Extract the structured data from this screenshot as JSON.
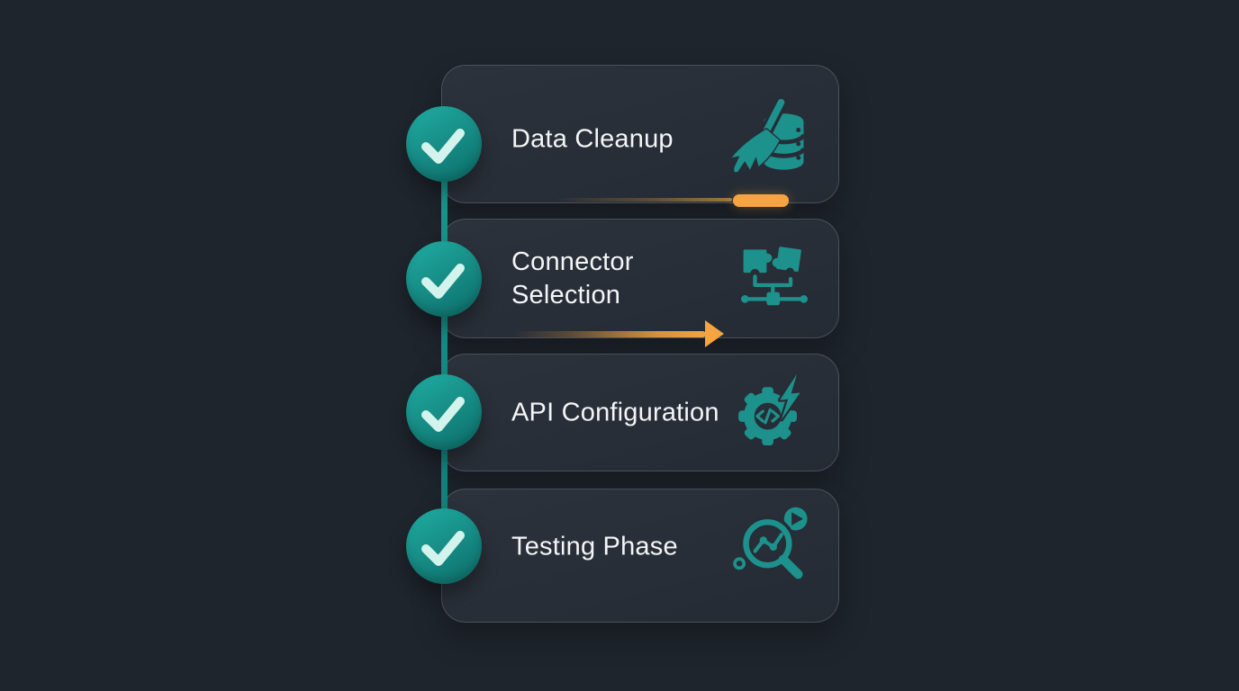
{
  "diagram": {
    "type": "workflow-checklist",
    "steps": [
      {
        "label": "Data Cleanup",
        "icon": "broom-database-icon",
        "completed": true,
        "accent": "progress-pill"
      },
      {
        "label": "Connector Selection",
        "icon": "puzzle-connector-icon",
        "completed": true,
        "accent": "progress-arrow"
      },
      {
        "label": "API Configuration",
        "icon": "gear-code-icon",
        "completed": true,
        "accent": null
      },
      {
        "label": "Testing Phase",
        "icon": "magnifier-analytics-icon",
        "completed": true,
        "accent": null
      }
    ]
  },
  "colors": {
    "bg": "#1f252d",
    "card_top": "#2c323c",
    "card_bottom": "#252b34",
    "card_border": "rgba(255,255,255,0.16)",
    "halo": "#272d36",
    "circle_teal": "#1ea89e",
    "circle_teal_deep": "#0e6f6b",
    "line_teal": "#148680",
    "icon_teal": "#1d918c",
    "check_mint": "#d2f4ec",
    "orange": "#f4a440",
    "text": "#f3f5f6"
  }
}
